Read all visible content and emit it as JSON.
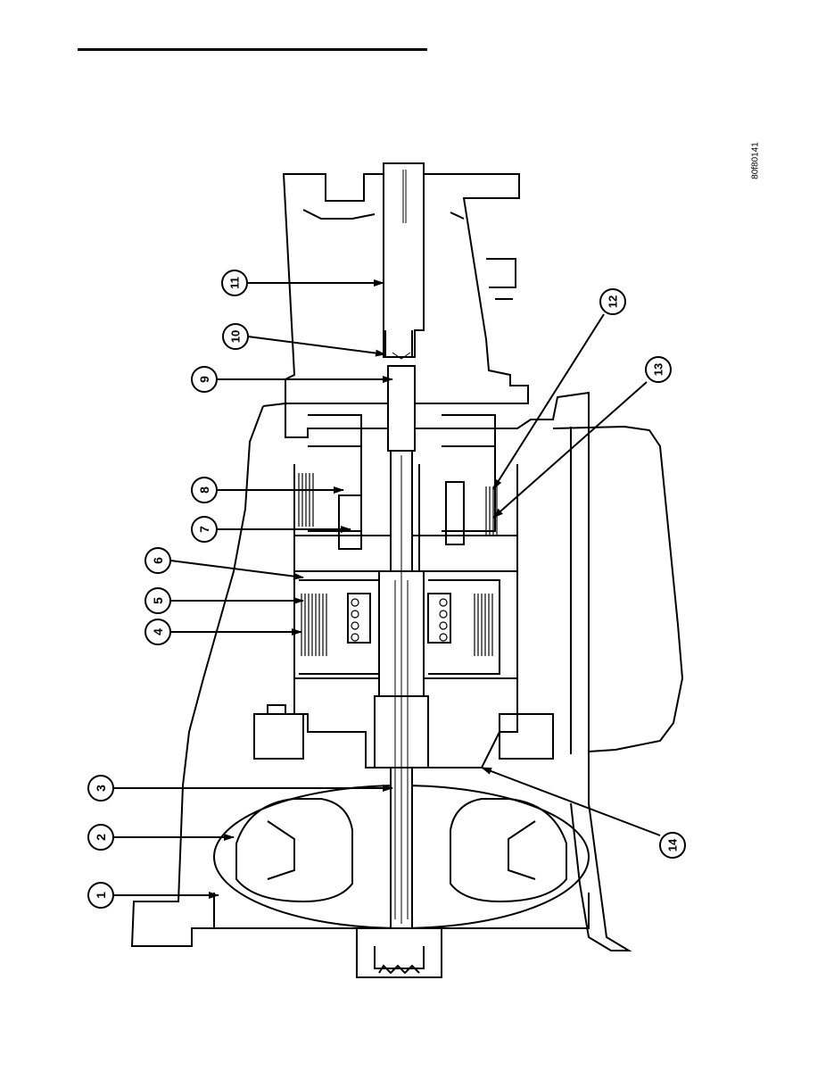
{
  "figure": {
    "code": "80f80141",
    "callouts": [
      {
        "id": "callout-1",
        "label": "1"
      },
      {
        "id": "callout-2",
        "label": "2"
      },
      {
        "id": "callout-3",
        "label": "3"
      },
      {
        "id": "callout-4",
        "label": "4"
      },
      {
        "id": "callout-5",
        "label": "5"
      },
      {
        "id": "callout-6",
        "label": "6"
      },
      {
        "id": "callout-7",
        "label": "7"
      },
      {
        "id": "callout-8",
        "label": "8"
      },
      {
        "id": "callout-9",
        "label": "9"
      },
      {
        "id": "callout-10",
        "label": "10"
      },
      {
        "id": "callout-11",
        "label": "11"
      },
      {
        "id": "callout-12",
        "label": "12"
      },
      {
        "id": "callout-13",
        "label": "13"
      },
      {
        "id": "callout-14",
        "label": "14"
      }
    ]
  }
}
